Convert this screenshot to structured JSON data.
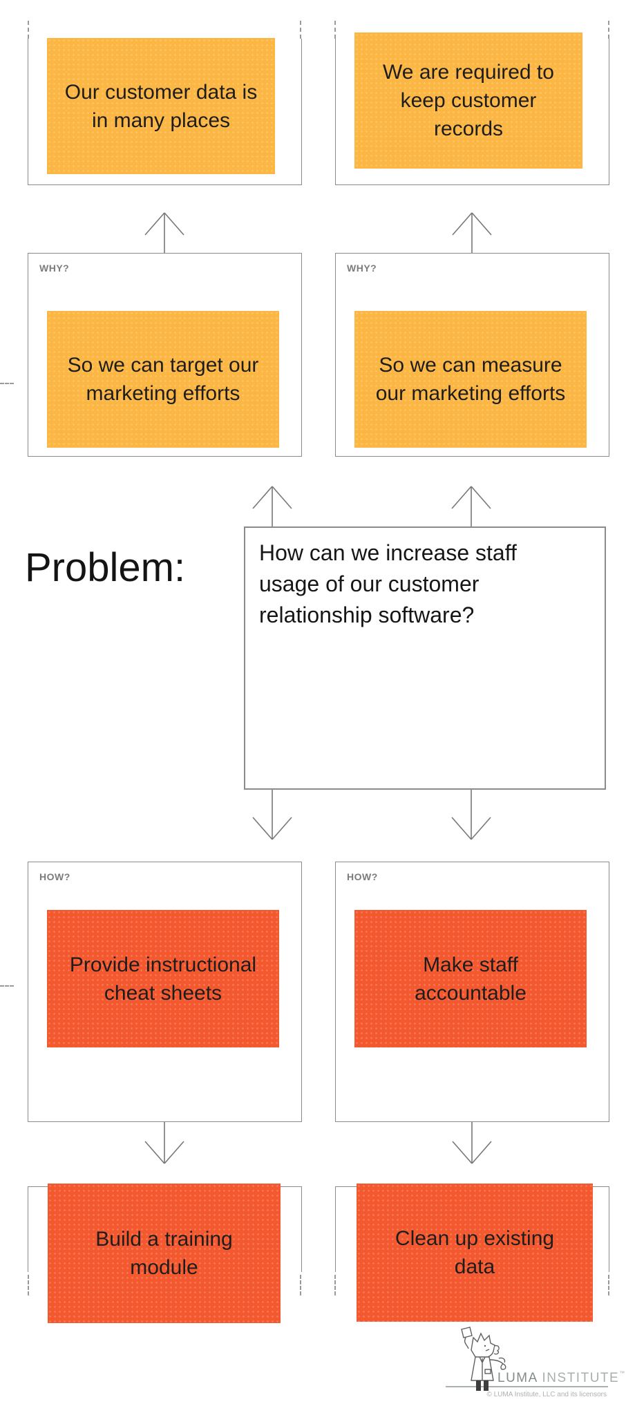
{
  "diagram": {
    "problem_label": "Problem:",
    "problem_text": "How can we increase staff\nusage of our customer\nrelationship software?",
    "why_label": "WHY?",
    "how_label": "HOW?",
    "why_level2": [
      {
        "text": "Our customer data is\nin many places"
      },
      {
        "text": "We are required to\nkeep customer\nrecords"
      }
    ],
    "why_level1": [
      {
        "text": "So we can target our\nmarketing efforts"
      },
      {
        "text": "So we can measure\nour marketing efforts"
      }
    ],
    "how_level1": [
      {
        "text": "Provide instructional\ncheat sheets"
      },
      {
        "text": "Make staff\naccountable"
      }
    ],
    "how_level2": [
      {
        "text": "Build a training\nmodule"
      },
      {
        "text": "Clean up existing\ndata"
      }
    ],
    "colors": {
      "why_sticky": "#FBB644",
      "how_sticky": "#F4582E",
      "box_border": "#8a8a8a",
      "arrow": "#777777"
    }
  },
  "footer": {
    "brand_primary": "LUMA",
    "brand_secondary": "INSTITUTE",
    "trademark": "™",
    "copyright": "© LUMA Institute, LLC and its licensors"
  }
}
